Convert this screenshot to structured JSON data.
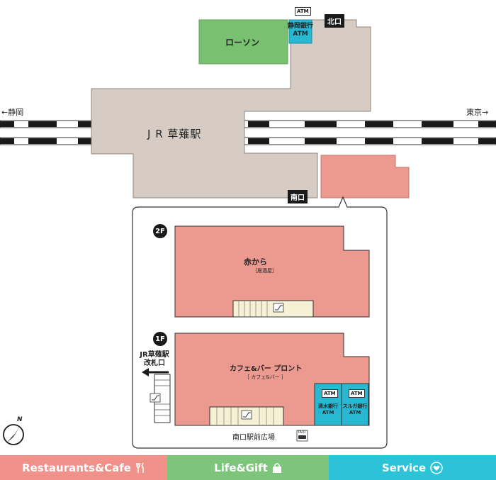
{
  "map": {
    "lawson_label": "ローソン",
    "shizuoka_bank_label": "静岡銀行",
    "shizuoka_bank_atm": "ATM",
    "atm_chip_top": "ATM",
    "north_exit": "北口",
    "south_exit": "南口",
    "station_name": "J R 草薙駅",
    "west_direction": "←静岡",
    "east_direction": "東京→"
  },
  "detail": {
    "floor_2f": "2F",
    "floor_1f": "1F",
    "akakara_name": "赤から",
    "akakara_type": "［居酒屋］",
    "cafe_name": "カフェ&バー プロント",
    "cafe_type": "［ カフェ&バー ］",
    "shimizu_bank_line1": "清水銀行",
    "shimizu_bank_line2": "ATM",
    "suruga_bank_line1": "スルガ銀行",
    "suruga_bank_line2": "ATM",
    "atm_chip": "ATM",
    "gate_line1": "JR草薙駅",
    "gate_line2": "改札口",
    "plaza_label": "南口駅前広場",
    "taxi_label": "TAXI"
  },
  "compass": {
    "north_label": "N"
  },
  "tabs": [
    {
      "label": "Restaurants&Cafe",
      "color": "#f0918a",
      "icon": "fork-knife-icon"
    },
    {
      "label": "Life&Gift",
      "color": "#7cc57a",
      "icon": "shopping-bag-icon"
    },
    {
      "label": "Service",
      "color": "#2cc3d8",
      "icon": "heart-icon"
    }
  ],
  "colors": {
    "station": "#d6ccc4",
    "restaurant": "#ec9a90",
    "lawson": "#79c070",
    "bank": "#29b8d2",
    "stairs": "#f6f0d4"
  }
}
